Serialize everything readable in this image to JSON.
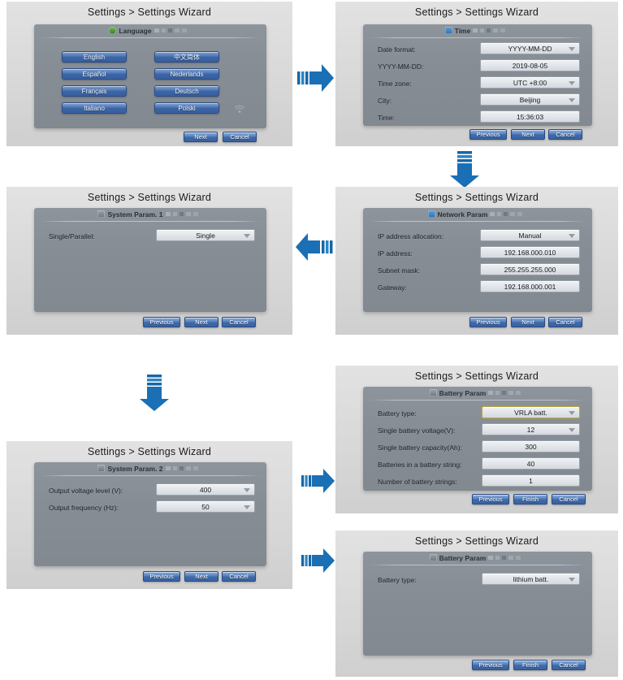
{
  "breadcrumb": "Settings > Settings Wizard",
  "labels": {
    "previous": "Previous",
    "next": "Next",
    "cancel": "Cancel",
    "finish": "Finish"
  },
  "panels": {
    "language": {
      "title": "Settings > Settings Wizard",
      "card_title": "Language",
      "buttons": [
        "English",
        "中文简体",
        "Español",
        "Nederlands",
        "Français",
        "Deutsch",
        "Italiano",
        "Polski"
      ],
      "footer": [
        "Next",
        "Cancel"
      ]
    },
    "time": {
      "title": "Settings > Settings Wizard",
      "card_title": "Time",
      "rows": [
        {
          "label": "Date format:",
          "value": "YYYY-MM-DD",
          "dropdown": true
        },
        {
          "label": "YYYY-MM-DD:",
          "value": "2019-08-05",
          "dropdown": false
        },
        {
          "label": "Time zone:",
          "value": "UTC +8:00",
          "dropdown": true
        },
        {
          "label": "City:",
          "value": "Beijing",
          "dropdown": true
        },
        {
          "label": "Time:",
          "value": "15:36:03",
          "dropdown": false
        }
      ],
      "footer": [
        "Previous",
        "Next",
        "Cancel"
      ]
    },
    "network": {
      "title": "Settings > Settings Wizard",
      "card_title": "Network Param",
      "rows": [
        {
          "label": "IP address allocation:",
          "value": "Manual",
          "dropdown": true
        },
        {
          "label": "IP address:",
          "value": "192.168.000.010",
          "dropdown": false
        },
        {
          "label": "Subnet mask:",
          "value": "255.255.255.000",
          "dropdown": false
        },
        {
          "label": "Gateway:",
          "value": "192.168.000.001",
          "dropdown": false
        }
      ],
      "footer": [
        "Previous",
        "Next",
        "Cancel"
      ]
    },
    "system1": {
      "title": "Settings > Settings Wizard",
      "card_title": "System Param. 1",
      "rows": [
        {
          "label": "Single/Parallel:",
          "value": "Single",
          "dropdown": true
        }
      ],
      "footer": [
        "Previous",
        "Next",
        "Cancel"
      ]
    },
    "system2": {
      "title": "Settings > Settings Wizard",
      "card_title": "System Param. 2",
      "rows": [
        {
          "label": "Output voltage level (V):",
          "value": "400",
          "dropdown": true
        },
        {
          "label": "Output frequency (Hz):",
          "value": "50",
          "dropdown": true
        }
      ],
      "footer": [
        "Previous",
        "Next",
        "Cancel"
      ]
    },
    "battery_vrla": {
      "title": "Settings > Settings Wizard",
      "card_title": "Battery Param",
      "rows": [
        {
          "label": "Battery type:",
          "value": "VRLA batt.",
          "dropdown": true,
          "selected": true
        },
        {
          "label": "Single battery voltage(V):",
          "value": "12",
          "dropdown": true
        },
        {
          "label": "Single battery capacity(Ah):",
          "value": "300",
          "dropdown": false
        },
        {
          "label": "Batteries in a battery string:",
          "value": "40",
          "dropdown": false
        },
        {
          "label": "Number of battery strings:",
          "value": "1",
          "dropdown": false
        }
      ],
      "footer": [
        "Previous",
        "Finish",
        "Cancel"
      ]
    },
    "battery_lithium": {
      "title": "Settings > Settings Wizard",
      "card_title": "Battery Param",
      "rows": [
        {
          "label": "Battery type:",
          "value": "lithium batt.",
          "dropdown": true
        }
      ],
      "footer": [
        "Previous",
        "Finish",
        "Cancel"
      ]
    }
  },
  "arrows": [
    {
      "name": "arrow-language-to-time",
      "direction": "right"
    },
    {
      "name": "arrow-time-to-network",
      "direction": "down"
    },
    {
      "name": "arrow-network-to-system1",
      "direction": "left"
    },
    {
      "name": "arrow-system1-to-system2",
      "direction": "down"
    },
    {
      "name": "arrow-system2-to-battery-vrla",
      "direction": "right"
    },
    {
      "name": "arrow-battery-vrla-to-lithium",
      "direction": "right"
    }
  ],
  "colors": {
    "screen_bg": "#dcdcdc",
    "card_bg": "#878e96",
    "button_blue": "#3e69a9",
    "arrow_blue": "#1a6fb5",
    "selected_border": "#b9a43c"
  }
}
